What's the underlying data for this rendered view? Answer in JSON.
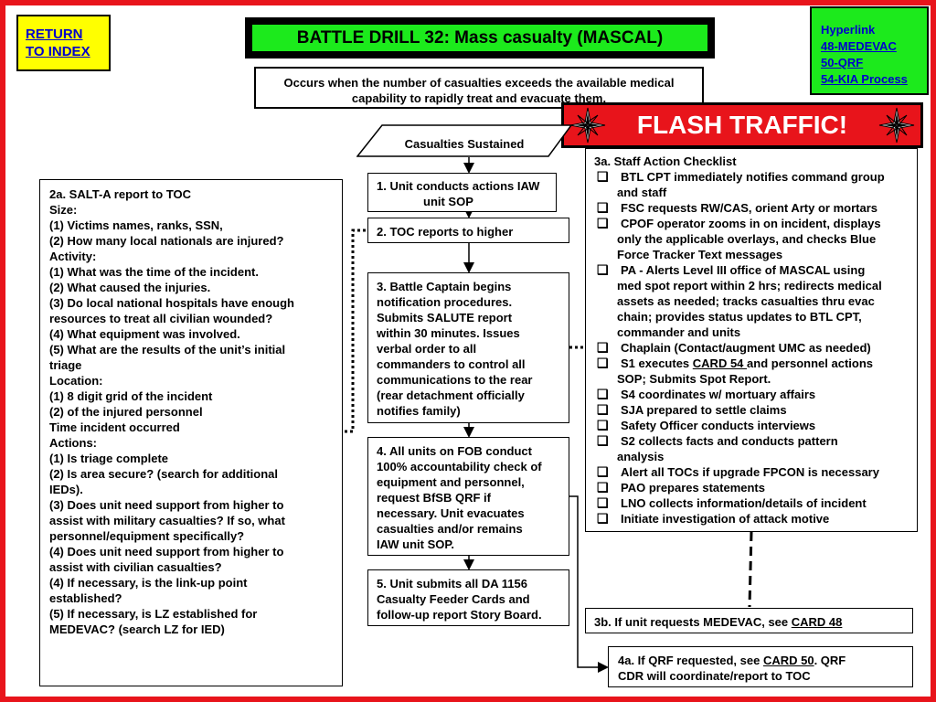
{
  "return_index": {
    "line1": "RETURN",
    "line2": "TO INDEX"
  },
  "title": "BATTLE DRILL 32:  Mass casualty (MASCAL)",
  "hyperlinks": {
    "label": "Hyperlink",
    "links": [
      "48-MEDEVAC",
      "50-QRF",
      "54-KIA Process"
    ]
  },
  "definition": {
    "line1": "Occurs when the number of casualties exceeds the available medical",
    "line2": "capability to rapidly treat and evacuate them."
  },
  "flash_traffic": "FLASH TRAFFIC!",
  "casualties_sustained": "Casualties Sustained",
  "salt_report": {
    "lines": [
      "2a.  SALT-A report to TOC",
      "Size:",
      "(1) Victims names, ranks, SSN,",
      "(2) How many local nationals are injured?",
      "Activity:",
      "(1) What was the time of the incident.",
      "(2) What caused the injuries.",
      "(3) Do local national hospitals have enough",
      "resources to treat all civilian wounded?",
      "(4) What equipment was involved.",
      "(5) What are the results of the unit’s initial",
      "triage",
      "Location:",
      "(1) 8 digit grid of the incident",
      "(2) of the injured personnel",
      "Time incident occurred",
      "Actions:",
      "(1) Is triage complete",
      "(2) Is area secure? (search for additional",
      "IEDs).",
      "(3) Does unit need support from higher to",
      "assist with military casualties?  If so, what",
      "personnel/equipment specifically?",
      "(4) Does unit need support from higher to",
      "assist with civilian casualties?",
      "(4) If necessary, is the link-up point",
      "established?",
      "(5) If necessary, is LZ established for",
      "MEDEVAC? (search LZ for IED)"
    ]
  },
  "steps": {
    "step1": {
      "line1": "1. Unit  conducts actions IAW",
      "line2": "unit SOP"
    },
    "step2": "2. TOC reports to higher",
    "step3": [
      "3.  Battle Captain begins",
      "notification procedures.",
      "Submits SALUTE report",
      "within 30 minutes.  Issues",
      "verbal order to all",
      "commanders to control all",
      "communications to the rear",
      "(rear detachment officially",
      "notifies family)"
    ],
    "step4": [
      "4.  All units on FOB conduct",
      "100% accountability check of",
      "equipment and personnel,",
      "request BfSB QRF if",
      "necessary.  Unit evacuates",
      "casualties and/or remains",
      "IAW unit SOP."
    ],
    "step5": [
      "5.  Unit submits all DA 1156",
      "Casualty Feeder Cards and",
      "follow-up report Story Board."
    ]
  },
  "checklist": {
    "title": "3a. Staff Action Checklist",
    "items": [
      {
        "lines": [
          "BTL CPT immediately notifies command group",
          "and staff"
        ]
      },
      {
        "lines": [
          "FSC requests RW/CAS, orient Arty or mortars"
        ]
      },
      {
        "lines": [
          "CPOF operator zooms in on incident, displays",
          "only the applicable overlays, and checks Blue",
          "Force Tracker Text messages"
        ]
      },
      {
        "lines": [
          "PA - Alerts Level III office of MASCAL using",
          "med spot report within 2 hrs; redirects medical",
          "assets as needed; tracks casualties thru evac",
          "chain; provides status updates to BTL CPT,",
          "commander and units"
        ]
      },
      {
        "lines": [
          "Chaplain (Contact/augment UMC as needed)"
        ]
      },
      {
        "pre": "S1 executes ",
        "link": "CARD 54 ",
        "post": "and personnel actions",
        "lines": [
          "SOP; Submits Spot Report."
        ]
      },
      {
        "lines": [
          "S4 coordinates  w/ mortuary affairs"
        ]
      },
      {
        "lines": [
          "SJA prepared to settle claims"
        ]
      },
      {
        "lines": [
          "Safety Officer conducts interviews"
        ]
      },
      {
        "lines": [
          "S2 collects facts and conducts pattern",
          "analysis"
        ]
      },
      {
        "lines": [
          "Alert all TOCs if upgrade FPCON is necessary"
        ]
      },
      {
        "lines": [
          "PAO prepares statements"
        ]
      },
      {
        "lines": [
          "LNO collects information/details of incident"
        ]
      },
      {
        "lines": [
          "Initiate investigation of attack motive"
        ]
      }
    ]
  },
  "medevac": {
    "pre": "3b.  If unit requests MEDEVAC, see ",
    "link": "CARD 48"
  },
  "qrf": {
    "pre": "4a.  If QRF requested, see ",
    "link": "CARD 50",
    "post": ".   QRF",
    "line2": "CDR will coordinate/report to TOC"
  },
  "colors": {
    "frame": "#e8141b",
    "title_bg": "#1cea1c",
    "return_bg": "#ffff00",
    "link": "#0000cc",
    "flash_bg": "#e8141b"
  },
  "icons": {
    "flash": "compass-star-icon",
    "checkbox": "checkbox-icon"
  }
}
